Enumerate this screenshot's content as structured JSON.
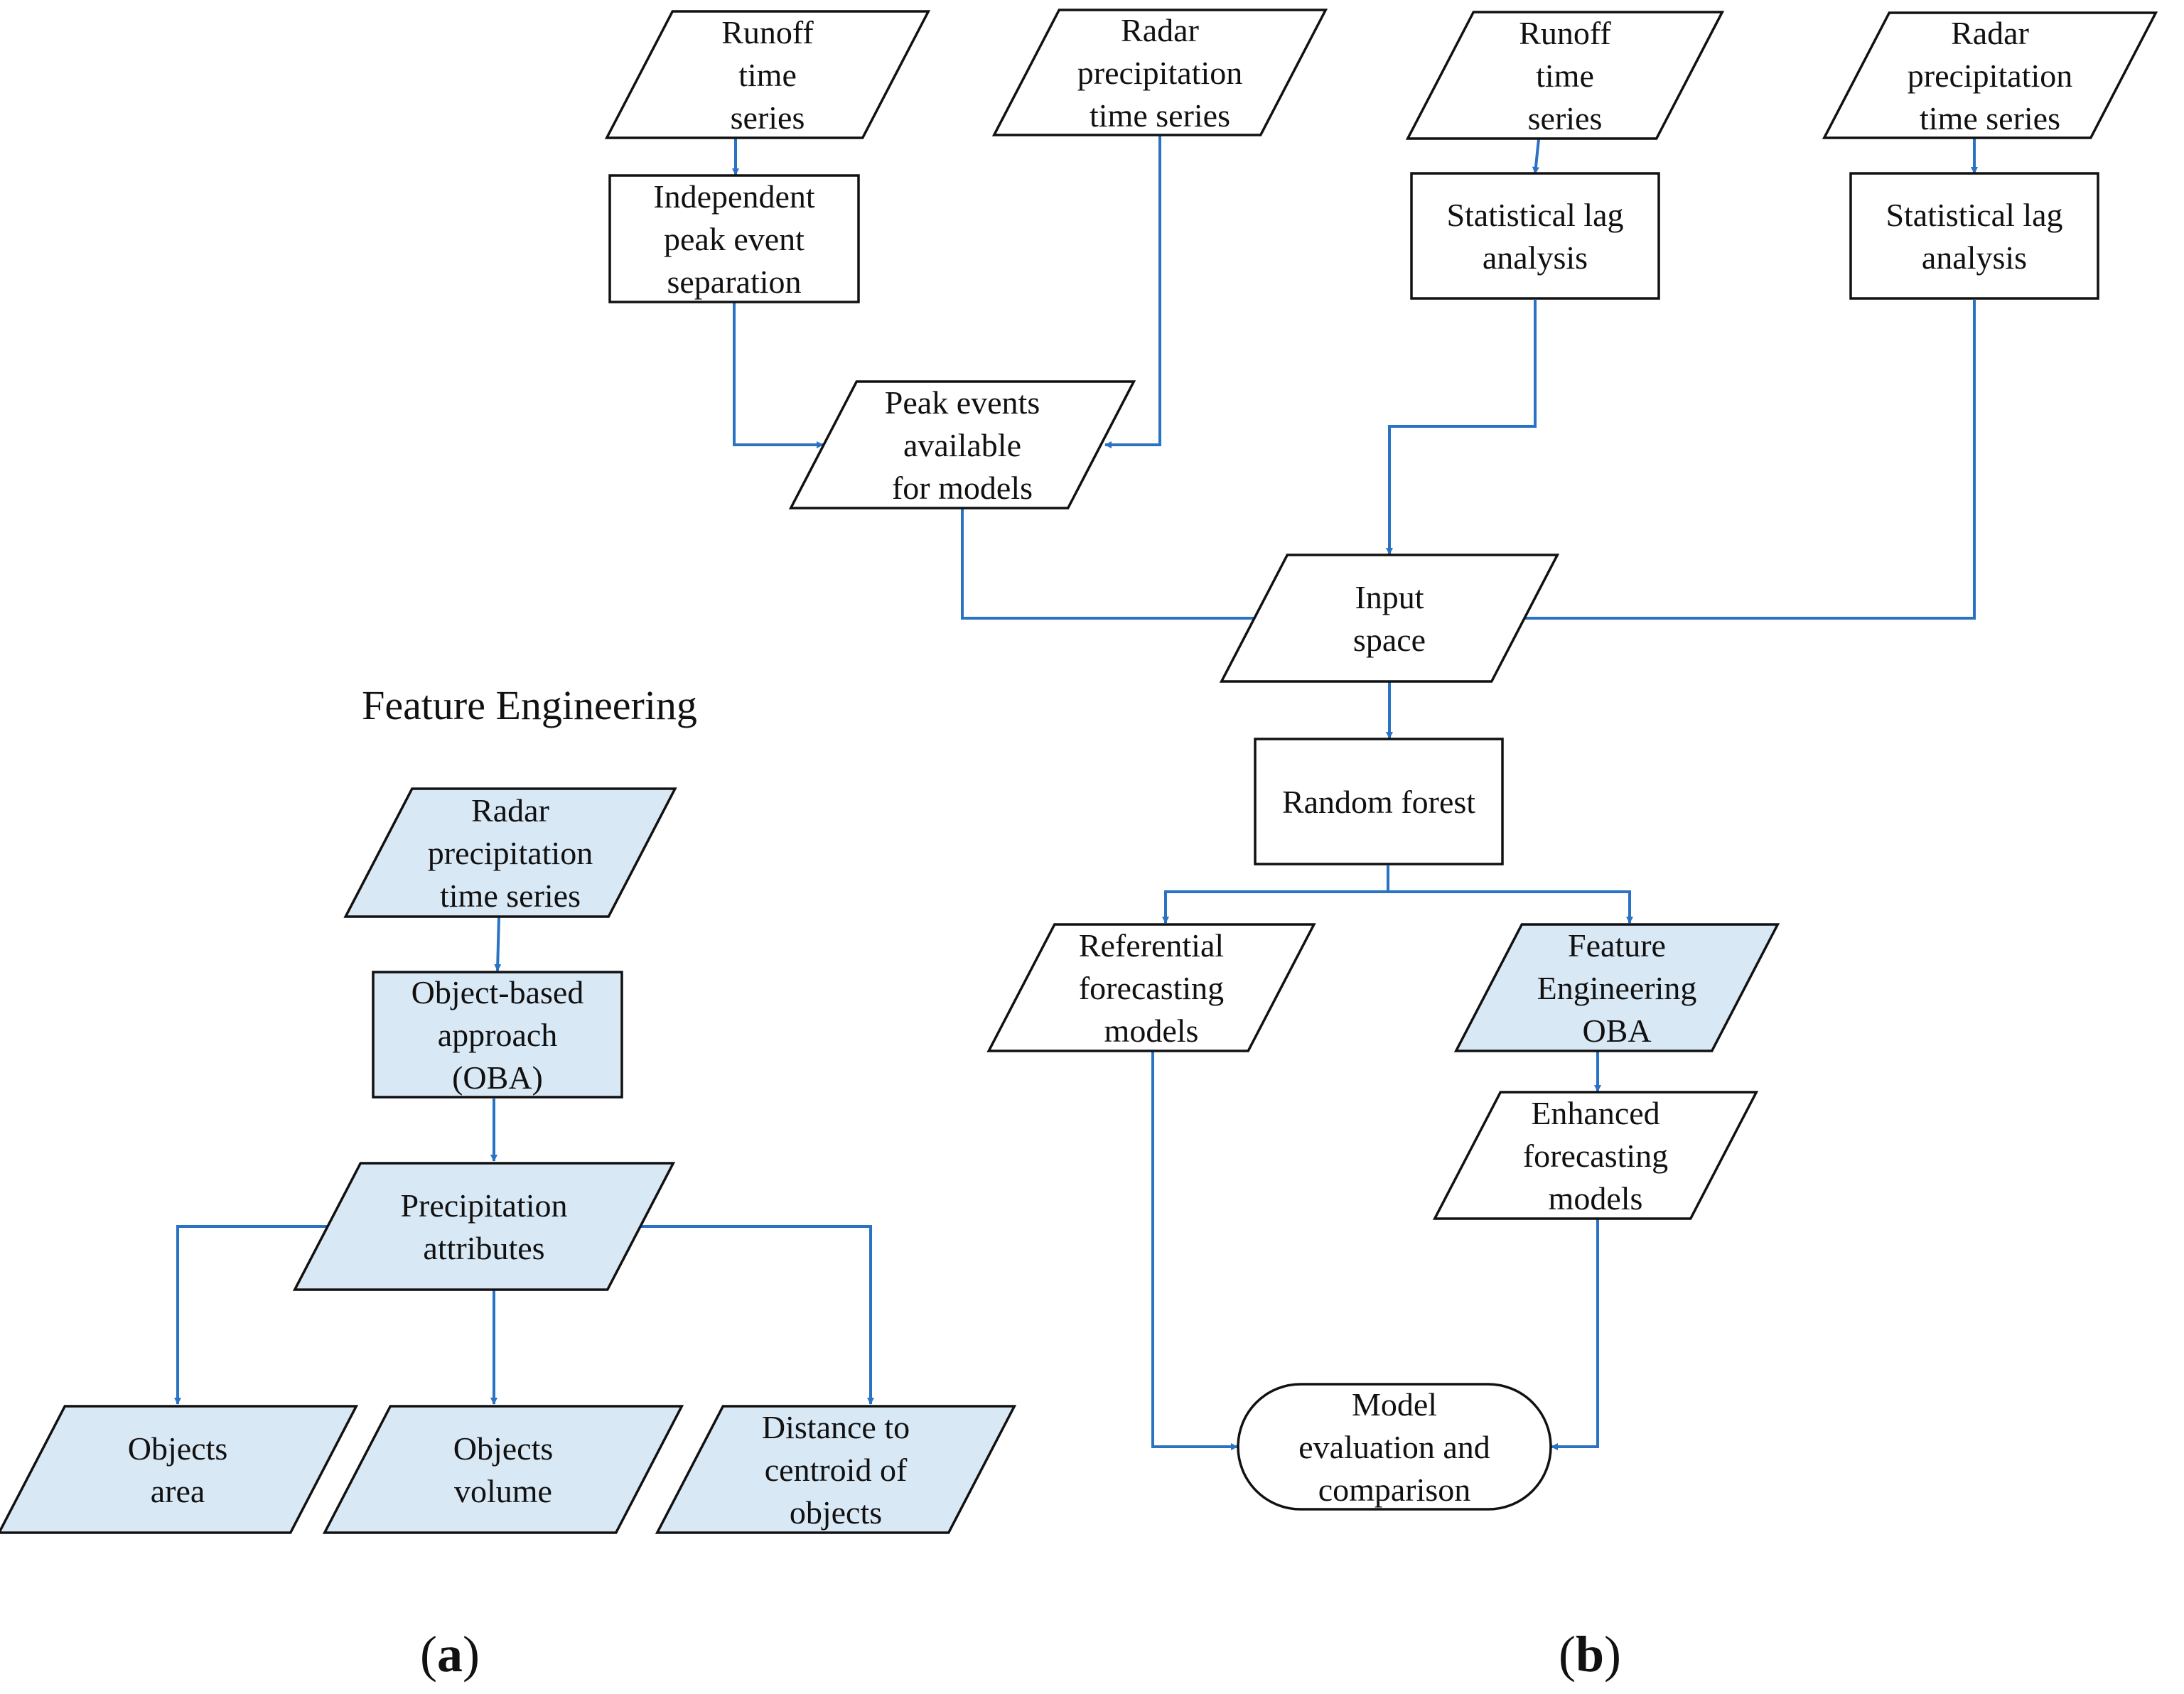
{
  "colors": {
    "arrow": "#2a72c3",
    "fill_white": "#ffffff",
    "fill_blue": "#d9e8f5",
    "stroke": "#111111"
  },
  "panel_a": {
    "title": "Feature Engineering",
    "label_open": "(",
    "label_letter": "a",
    "label_close": ")",
    "nodes": {
      "radar": [
        "Radar",
        "precipitation",
        "time series"
      ],
      "oba": [
        "Object-based",
        "approach",
        "(OBA)"
      ],
      "attributes": [
        "Precipitation",
        "attributes"
      ],
      "area": [
        "Objects",
        "area"
      ],
      "volume": [
        "Objects",
        "volume"
      ],
      "distance": [
        "Distance to",
        "centroid of",
        "objects"
      ]
    }
  },
  "panel_b": {
    "label_open": "(",
    "label_letter": "b",
    "label_close": ")",
    "nodes": {
      "runoff1": [
        "Runoff",
        "time",
        "series"
      ],
      "radar1": [
        "Radar",
        "precipitation",
        "time series"
      ],
      "runoff2": [
        "Runoff",
        "time",
        "series"
      ],
      "radar2": [
        "Radar",
        "precipitation",
        "time series"
      ],
      "separation": [
        "Independent",
        "peak event",
        "separation"
      ],
      "lag1": [
        "Statistical lag",
        "analysis"
      ],
      "lag2": [
        "Statistical lag",
        "analysis"
      ],
      "peak": [
        "Peak events",
        "available",
        "for models"
      ],
      "input": [
        "Input",
        "space"
      ],
      "rf": [
        "Random forest"
      ],
      "referential": [
        "Referential",
        "forecasting",
        "models"
      ],
      "fe_oba": [
        "Feature",
        "Engineering",
        "OBA"
      ],
      "enhanced": [
        "Enhanced",
        "forecasting",
        "models"
      ],
      "evaluation": [
        "Model",
        "evaluation and",
        "comparison"
      ]
    }
  }
}
